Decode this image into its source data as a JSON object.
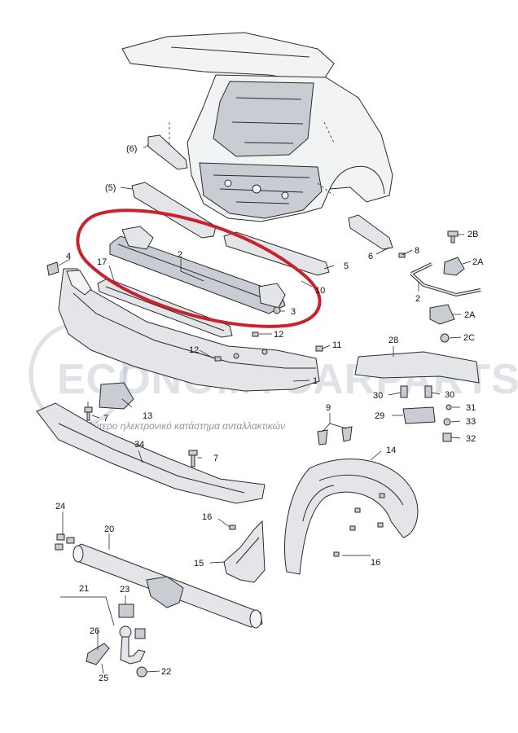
{
  "callouts": {
    "c6_paren": "(6)",
    "c5_paren": "(5)",
    "c2_top": "2",
    "c17": "17",
    "c4": "4",
    "c5": "5",
    "c3": "3",
    "c10": "10",
    "c8": "8",
    "c6": "6",
    "c2B": "2B",
    "c2A_top": "2A",
    "c2_bracket": "2",
    "c2A_bot": "2A",
    "c2C": "2C",
    "c12_right": "12",
    "c12_left": "12",
    "c11": "11",
    "c1": "1",
    "c28": "28",
    "c30_left": "30",
    "c30_right": "30",
    "c31": "31",
    "c29": "29",
    "c33": "33",
    "c32": "32",
    "c9": "9",
    "c7_top": "7",
    "c13": "13",
    "c34": "34",
    "c7_bot": "7",
    "c14": "14",
    "c16_mid": "16",
    "c16_right": "16",
    "c15": "15",
    "c24": "24",
    "c20": "20",
    "c21": "21",
    "c23": "23",
    "c26": "26",
    "c25": "25",
    "c22": "22"
  },
  "watermark": {
    "brand": "ECONOMYCARPARTS.GR",
    "tagline": "το μεγαλύτερο ηλεκτρονικό κατάστημα ανταλλακτικών"
  },
  "colors": {
    "highlight_ring": "#c8232c",
    "part_fill": "#e3e5e9",
    "line": "#2a2a2a"
  }
}
